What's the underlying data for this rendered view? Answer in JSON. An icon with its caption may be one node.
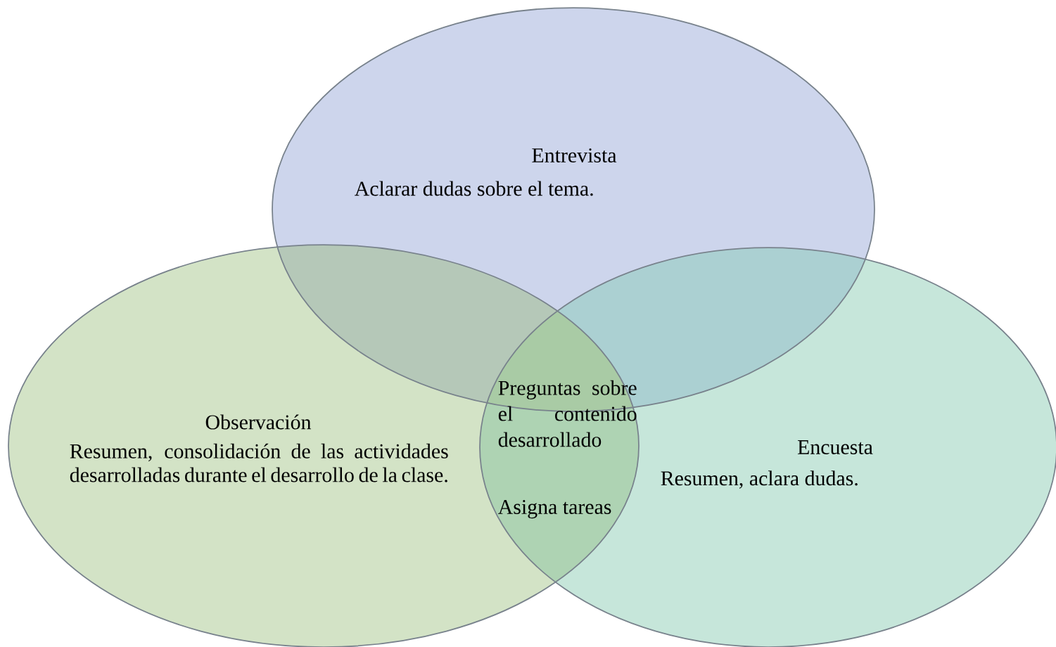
{
  "diagram": {
    "nodes": [
      {
        "text": [
          "Entrevista",
          "Aclarar dudas sobre el tema."
        ]
      },
      {
        "text": [
          "Observación",
          "Resumen, consolidación de las actividades desarrolladas durante el desarrollo de la clase."
        ]
      },
      {
        "text": [
          "Encuesta",
          "Resumen, aclara dudas."
        ]
      }
    ],
    "labels": [
      "Preguntas sobre el contenido desarrollado",
      "Asigna tareas"
    ]
  }
}
